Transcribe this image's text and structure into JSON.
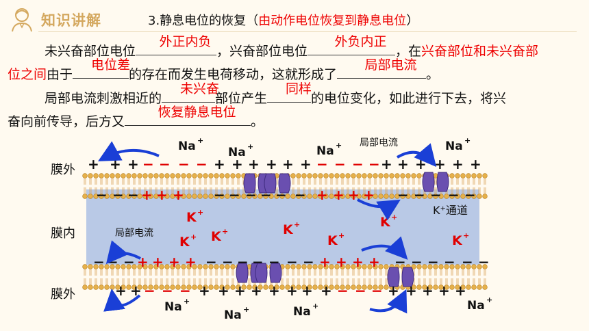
{
  "header": {
    "title": "知识讲解"
  },
  "section": {
    "prefix": "3.静息电位的恢复（",
    "highlight": "由动作电位恢复到静息电位",
    "suffix": "）"
  },
  "para1": {
    "t1": "未兴奋部位电位",
    "a1": "外正内负",
    "t2": "，兴奋部位电位",
    "a2": "外负内正",
    "t3": "，在",
    "r1": "兴奋部位和未兴奋部",
    "r2": "位之间",
    "t4": "由于",
    "a3": "电位差",
    "t5": "的存在而发生电荷移动，这就形成了",
    "a4": "局部电流",
    "t6": "。"
  },
  "para2": {
    "t1": "局部电流刺激相近的",
    "a1": "未兴奋",
    "t2": "部位产生",
    "a2": "同样",
    "t3": "的电位变化，如此进行下去，将兴",
    "t4": "奋向前传导，后方又",
    "a3": "恢复静息电位",
    "t5": "。"
  },
  "diagram": {
    "labels": {
      "out_top": "膜外",
      "inside": "膜内",
      "out_bottom": "膜外"
    },
    "current_label": "局部电流",
    "channel_label": "K⁺通道",
    "na": "Na",
    "na_sup": "+",
    "k": "K",
    "k_sup": "+",
    "colors": {
      "red": "#e00000",
      "blue": "#1a3fd6",
      "cytoplasm": "#b9c9e6",
      "lipid": "#e6b04a",
      "channel": "#6a4fb0"
    }
  }
}
